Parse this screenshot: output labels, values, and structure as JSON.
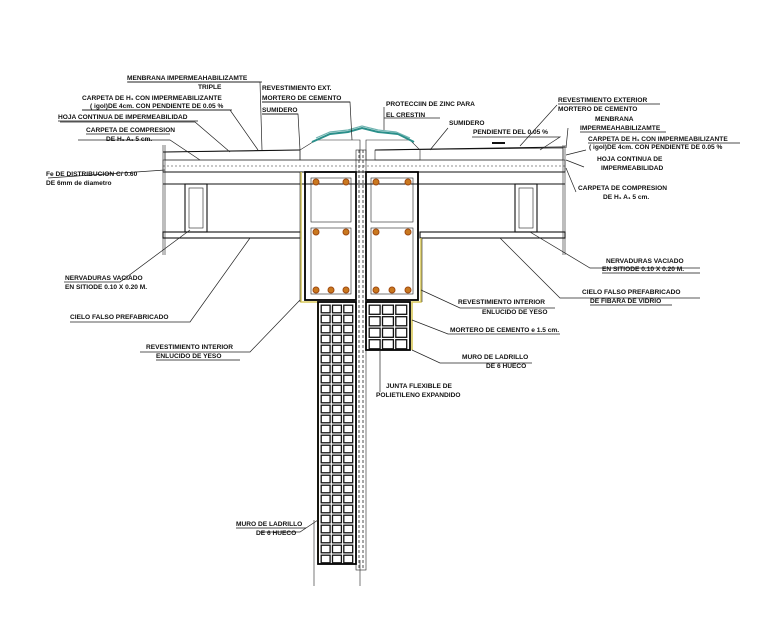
{
  "colors": {
    "ink": "#111111",
    "concrete_fill": "#e6e6e6",
    "finish_yellow": "#d8c85a",
    "zinc_cap": "#6fb3b0",
    "rebar_ring": "#c9781f",
    "rebar_core": "#a04a10",
    "background": "#ffffff"
  },
  "labels": {
    "membrana_triple_1": "MENBRANA IMPERMEAHABILIZAMTE",
    "membrana_triple_2": "TRIPLE",
    "carpeta_h_left_1": "CARPETA DE H₁ CON IMPERMEABILIZANTE",
    "carpeta_h_left_2": "( igol)DE 4cm. CON PENDIENTE DE 0.05 %",
    "hoja_left": "HOJA CONTINUA DE IMPERMEABILIDAD",
    "compresion_left_1": "CARPETA DE COMPRESION",
    "compresion_left_2": "DE H₁ A₁ 5 cm.",
    "fe_dist_1": "Fe DE DISTRIBUCION C/ 0.60",
    "fe_dist_2": "DE 6mm de diametro",
    "rev_ext_1": "REVESTIMIENTO EXT.",
    "rev_ext_2": "MORTERO DE CEMENTO",
    "sumidero_left": "SUMIDERO",
    "zinc_1": "PROTECCIIN DE ZINC PARA",
    "zinc_2": "EL CRESTIN",
    "sumidero_right": "SUMIDERO",
    "pendiente_right": "PENDIENTE DEL 0.05 %",
    "rev_ext_right_1": "REVESTIMIENTO EXTERIOR",
    "rev_ext_right_2": "MORTERO DE CEMENTO",
    "membrana_right_1": "MENBRANA",
    "membrana_right_2": "IMPERMEAHABILIZAMTE",
    "carpeta_h_right_1": "CARPETA DE H₁ CON IMPERMEABILIZANTE",
    "carpeta_h_right_2": "( igol)DE 4cm. CON PENDIENTE DE 0.05 %",
    "hoja_right_1": "HOJA CONTINUA DE",
    "hoja_right_2": "IMPERMEABILIDAD",
    "compresion_right_1": "CARPETA DE COMPRESION",
    "compresion_right_2": "DE H₁ A₁ 5 cm.",
    "nerv_left_1": "NERVADURAS VACIADO",
    "nerv_left_2": "EN SITIODE 0.10 X 0.20 M.",
    "cielo_left": "CIELO FALSO PREFABRICADO",
    "nerv_right_1": "NERVADURAS VACIADO",
    "nerv_right_2": "EN SITIODE 0.10 X 0.20 M.",
    "cielo_right_1": "CIELO FALSO PREFABRICADO",
    "cielo_right_2": "DE FIBARA DE VIDRIO",
    "rev_int_right_1": "REVESTIMIENTO INTERIOR",
    "rev_int_right_2": "ENLUCIDO DE YESO",
    "mortero_15": "MORTERO DE CEMENTO e 1.5 cm.",
    "rev_int_left_1": "REVESTIMIENTO INTERIOR",
    "rev_int_left_2": "ENLUCIDO DE YESO",
    "muro_right_1": "MURO DE LADRILLO",
    "muro_right_2": "DE 6 HUECO",
    "junta_1": "JUNTA FLEXIBLE DE",
    "junta_2": "POLIETILENO EXPANDIDO",
    "muro_left_1": "MURO DE LADRILLO",
    "muro_left_2": "DE 6 HUECO"
  }
}
